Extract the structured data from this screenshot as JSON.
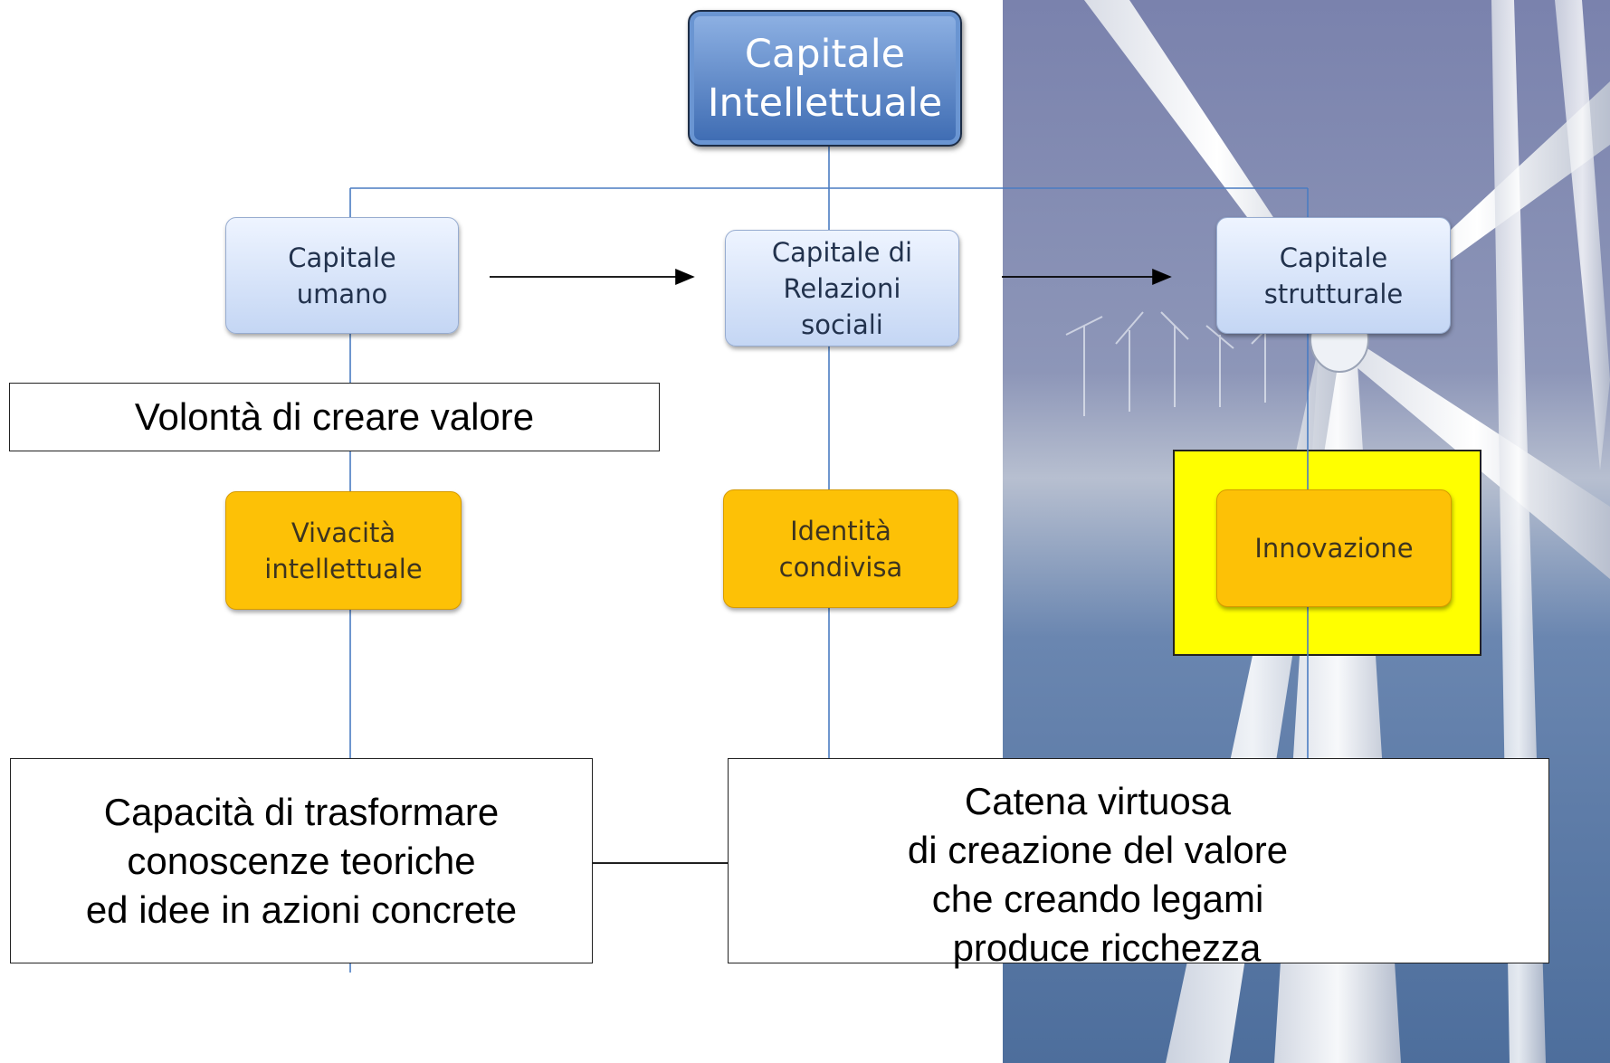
{
  "diagram": {
    "root": {
      "line1": "Capitale",
      "line2": "Intellettuale"
    },
    "capitals": [
      {
        "line1": "Capitale",
        "line2": "umano",
        "line3": ""
      },
      {
        "line1": "Capitale di",
        "line2": "Relazioni",
        "line3": "sociali"
      },
      {
        "line1": "Capitale",
        "line2": "strutturale",
        "line3": ""
      }
    ],
    "qualities": [
      {
        "line1": "Vivacità",
        "line2": "intellettuale"
      },
      {
        "line1": "Identità",
        "line2": "condivisa"
      },
      {
        "line1": "Innovazione",
        "line2": ""
      }
    ],
    "will_label": "Volontà di creare valore",
    "capacity_text": {
      "line1": "Capacità di trasformare",
      "line2": "conoscenze teoriche",
      "line3": "ed idee in azioni concrete"
    },
    "chain_text": {
      "line1": "Catena virtuosa",
      "line2": "di creazione del valore",
      "line3": "che creando legami",
      "line4": "produce ricchezza"
    }
  },
  "colors": {
    "connector": "#4a7cc2",
    "quality_fill": "#fdc106",
    "highlight": "#ffff00",
    "root_fill": "#4a78bd"
  },
  "background": {
    "subject": "wind turbines photo",
    "sky": "#5d6d94"
  }
}
